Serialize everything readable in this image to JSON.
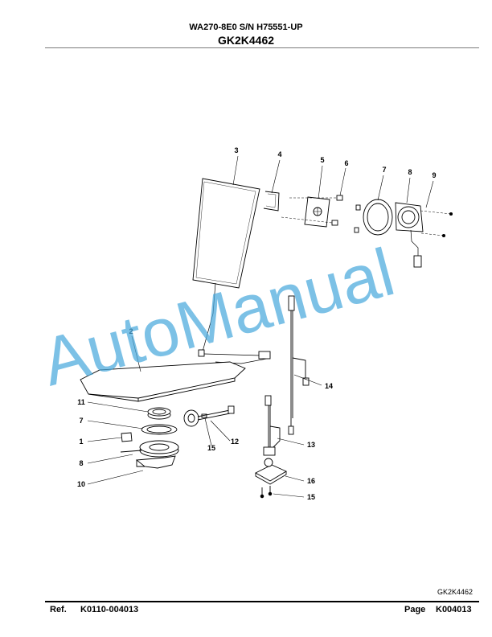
{
  "header": {
    "model": "WA270-8E0 S/N H75551-UP",
    "code": "GK2K4462"
  },
  "figure_code": "GK2K4462",
  "footer": {
    "ref_label": "Ref.",
    "ref_value": "K0110-004013",
    "page_label": "Page",
    "page_value": "K004013"
  },
  "watermark": "AutoManual",
  "callouts": [
    "3",
    "4",
    "5",
    "6",
    "7",
    "8",
    "9",
    "2",
    "14",
    "11",
    "7",
    "1",
    "8",
    "10",
    "15",
    "12",
    "13",
    "16",
    "15"
  ]
}
